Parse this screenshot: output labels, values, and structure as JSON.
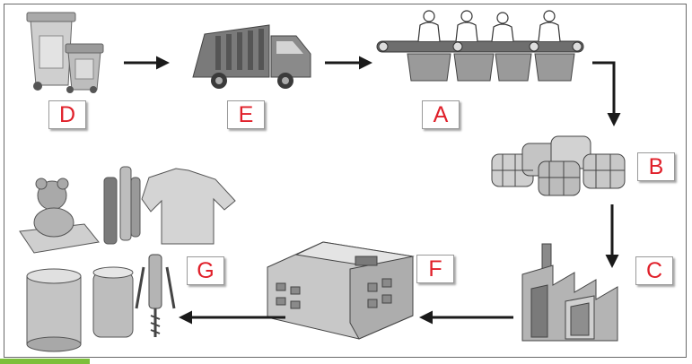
{
  "labels": {
    "a": "A",
    "b": "B",
    "c": "C",
    "d": "D",
    "e": "E",
    "f": "F",
    "g": "G"
  },
  "colors": {
    "label_text": "#e0202a",
    "icon_fill": "#bdbdbd",
    "icon_dark": "#7a7a7a",
    "arrow": "#1a1a1a",
    "accent_bar": "#7cbf3a"
  },
  "icons": [
    "waste-bins-icon",
    "garbage-truck-icon",
    "sorting-conveyor-icon",
    "compressed-bales-icon",
    "factory-icon",
    "manufacturing-building-icon",
    "recycled-products-icon",
    "food-cans-icon",
    "corkscrew-icon"
  ]
}
